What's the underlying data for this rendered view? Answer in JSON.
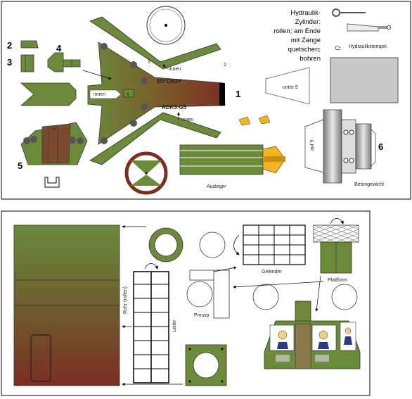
{
  "sheet1": {
    "part_numbers": {
      "p1": "1",
      "p2": "2",
      "p3": "3",
      "p4": "4",
      "p5": "5",
      "p6": "6",
      "small2": "2",
      "small3": "3",
      "small4": "4",
      "small6": "6"
    },
    "labels": {
      "innen_top": "innen",
      "innen_left": "innen",
      "innen_bottom": "innen",
      "arm_text_upper": "ADK3-G5",
      "arm_text_lower": "ADK3-G5",
      "unter5": "unter 5",
      "auf5": "auf 5",
      "ausleger": "Ausleger",
      "betongewicht": "Betongewicht",
      "hydraulikstempel": "Hydraulikstempel"
    },
    "hydraulic_note": [
      "Hydraulik-",
      "Zylinder:",
      "rollen; am Ende",
      "mit Zange",
      "quetschen;",
      "bohren"
    ]
  },
  "sheet2": {
    "labels": {
      "rohr": "Rohr (rollen)",
      "leiter": "Leiter",
      "gelender": "Gelender",
      "prinzip": "Prinzip",
      "plattform": "Plattform"
    }
  },
  "colors": {
    "olive": "#6b8a3a",
    "dark_red": "#7b2e22",
    "brown": "#5a2a1e",
    "yellow": "#f2b520",
    "gray": "#c8c8c8"
  }
}
